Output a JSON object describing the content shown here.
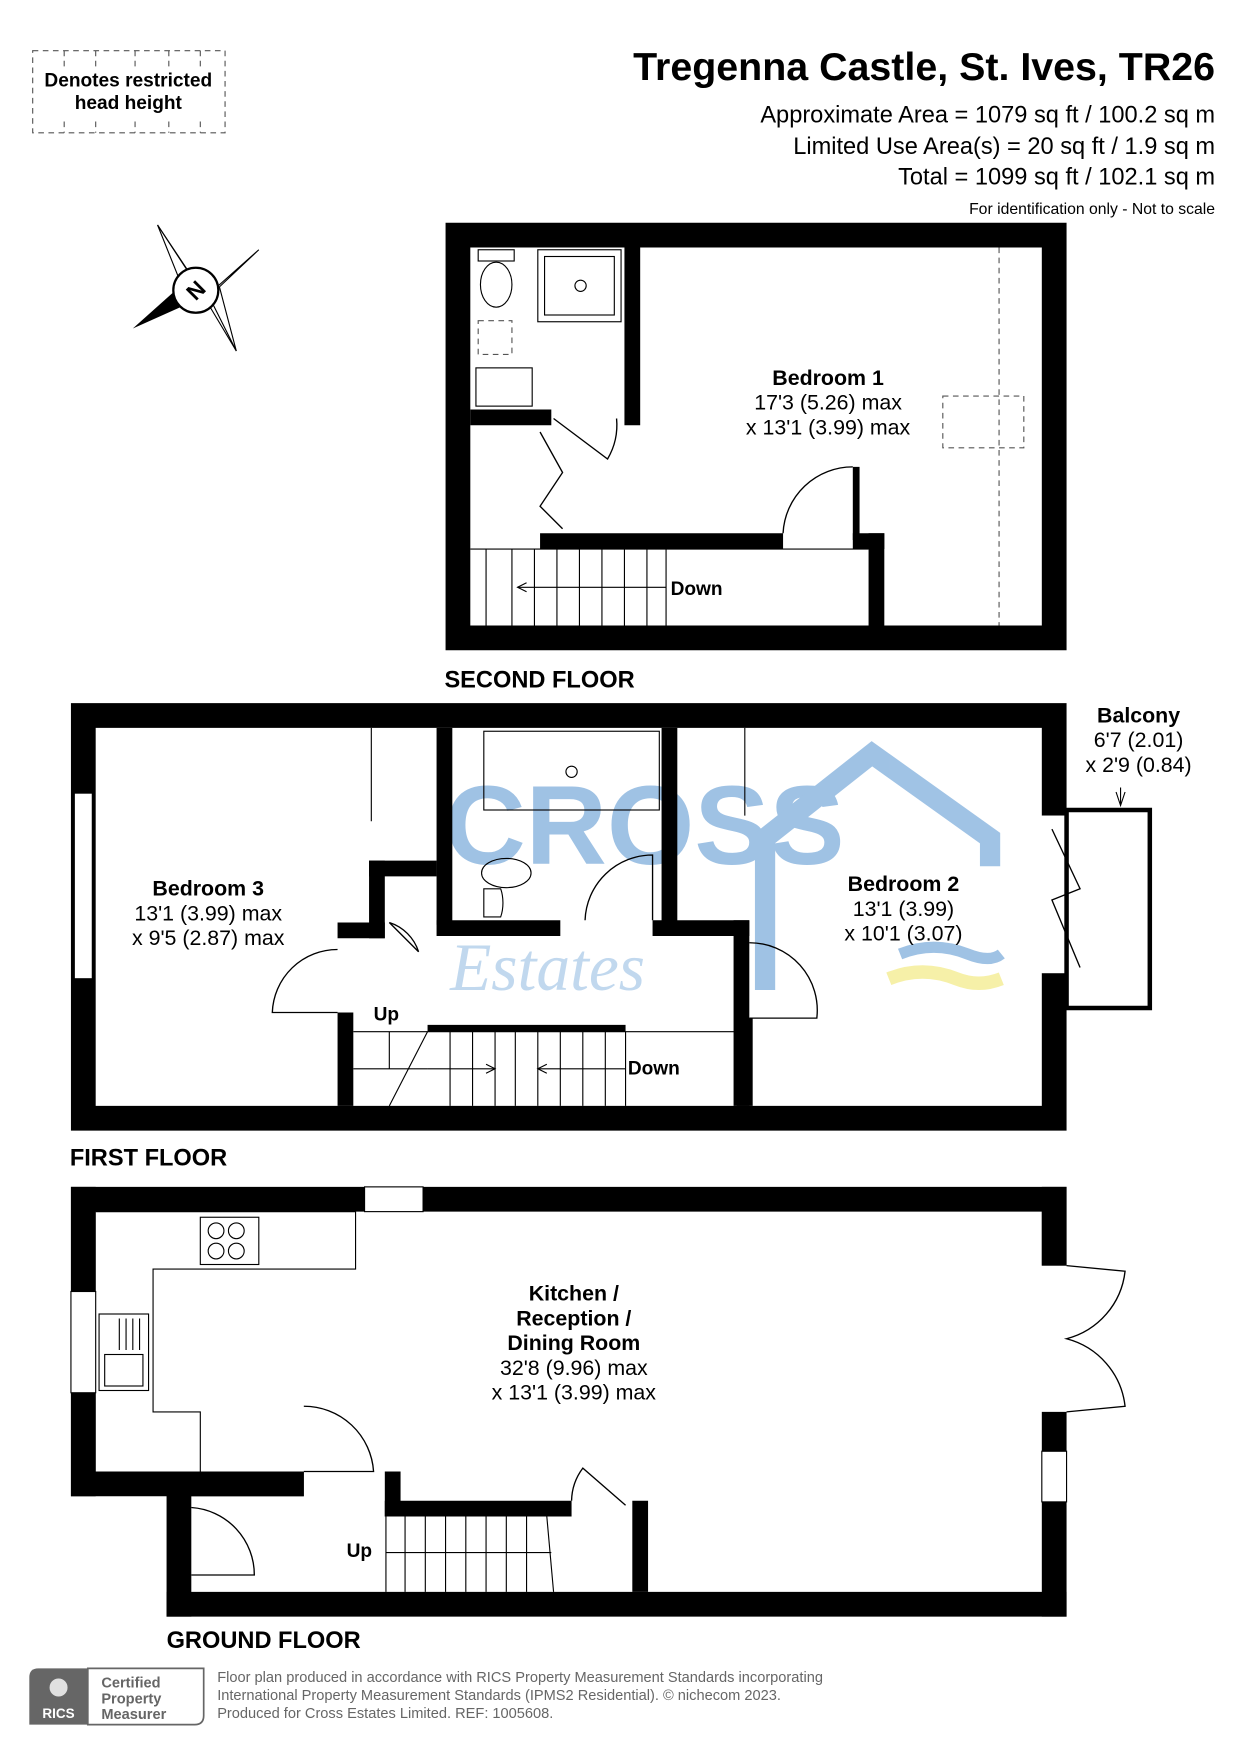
{
  "legend": {
    "line1": "Denotes restricted",
    "line2": "head height"
  },
  "header": {
    "title": "Tregenna Castle, St. Ives, TR26",
    "approx_area": "Approximate Area = 1079 sq ft / 100.2 sq m",
    "limited_use": "Limited Use Area(s) = 20 sq ft / 1.9 sq m",
    "total": "Total = 1099 sq ft / 102.1 sq m",
    "disclaimer": "For identification only - Not to scale"
  },
  "compass": {
    "label": "N"
  },
  "second_floor": {
    "label": "SECOND FLOOR",
    "bedroom1": {
      "name": "Bedroom 1",
      "dim1": "17'3 (5.26) max",
      "dim2": "x 13'1 (3.99) max"
    },
    "stairs": "Down"
  },
  "first_floor": {
    "label": "FIRST FLOOR",
    "bedroom3": {
      "name": "Bedroom 3",
      "dim1": "13'1 (3.99) max",
      "dim2": "x 9'5 (2.87) max"
    },
    "bedroom2": {
      "name": "Bedroom 2",
      "dim1": "13'1 (3.99)",
      "dim2": "x 10'1 (3.07)"
    },
    "balcony": {
      "name": "Balcony",
      "dim1": "6'7 (2.01)",
      "dim2": "x 2'9 (0.84)"
    },
    "up": "Up",
    "down": "Down"
  },
  "ground_floor": {
    "label": "GROUND FLOOR",
    "kitchen": {
      "line1": "Kitchen /",
      "line2": "Reception /",
      "line3": "Dining Room",
      "dim1": "32'8 (9.96) max",
      "dim2": "x 13'1 (3.99) max"
    },
    "up": "Up"
  },
  "watermark": {
    "brand": "CROSS",
    "sub": "Estates",
    "color": "#8fb8e0",
    "accent": "#f5ee9a"
  },
  "footer": {
    "rics_logo": "RICS",
    "badge": [
      "Certified",
      "Property",
      "Measurer"
    ],
    "lines": [
      "Floor plan produced in accordance with RICS Property Measurement Standards incorporating",
      "International Property Measurement Standards (IPMS2 Residential).   © nichecom 2023.",
      "Produced for Cross Estates Limited.   REF:  1005608."
    ]
  }
}
